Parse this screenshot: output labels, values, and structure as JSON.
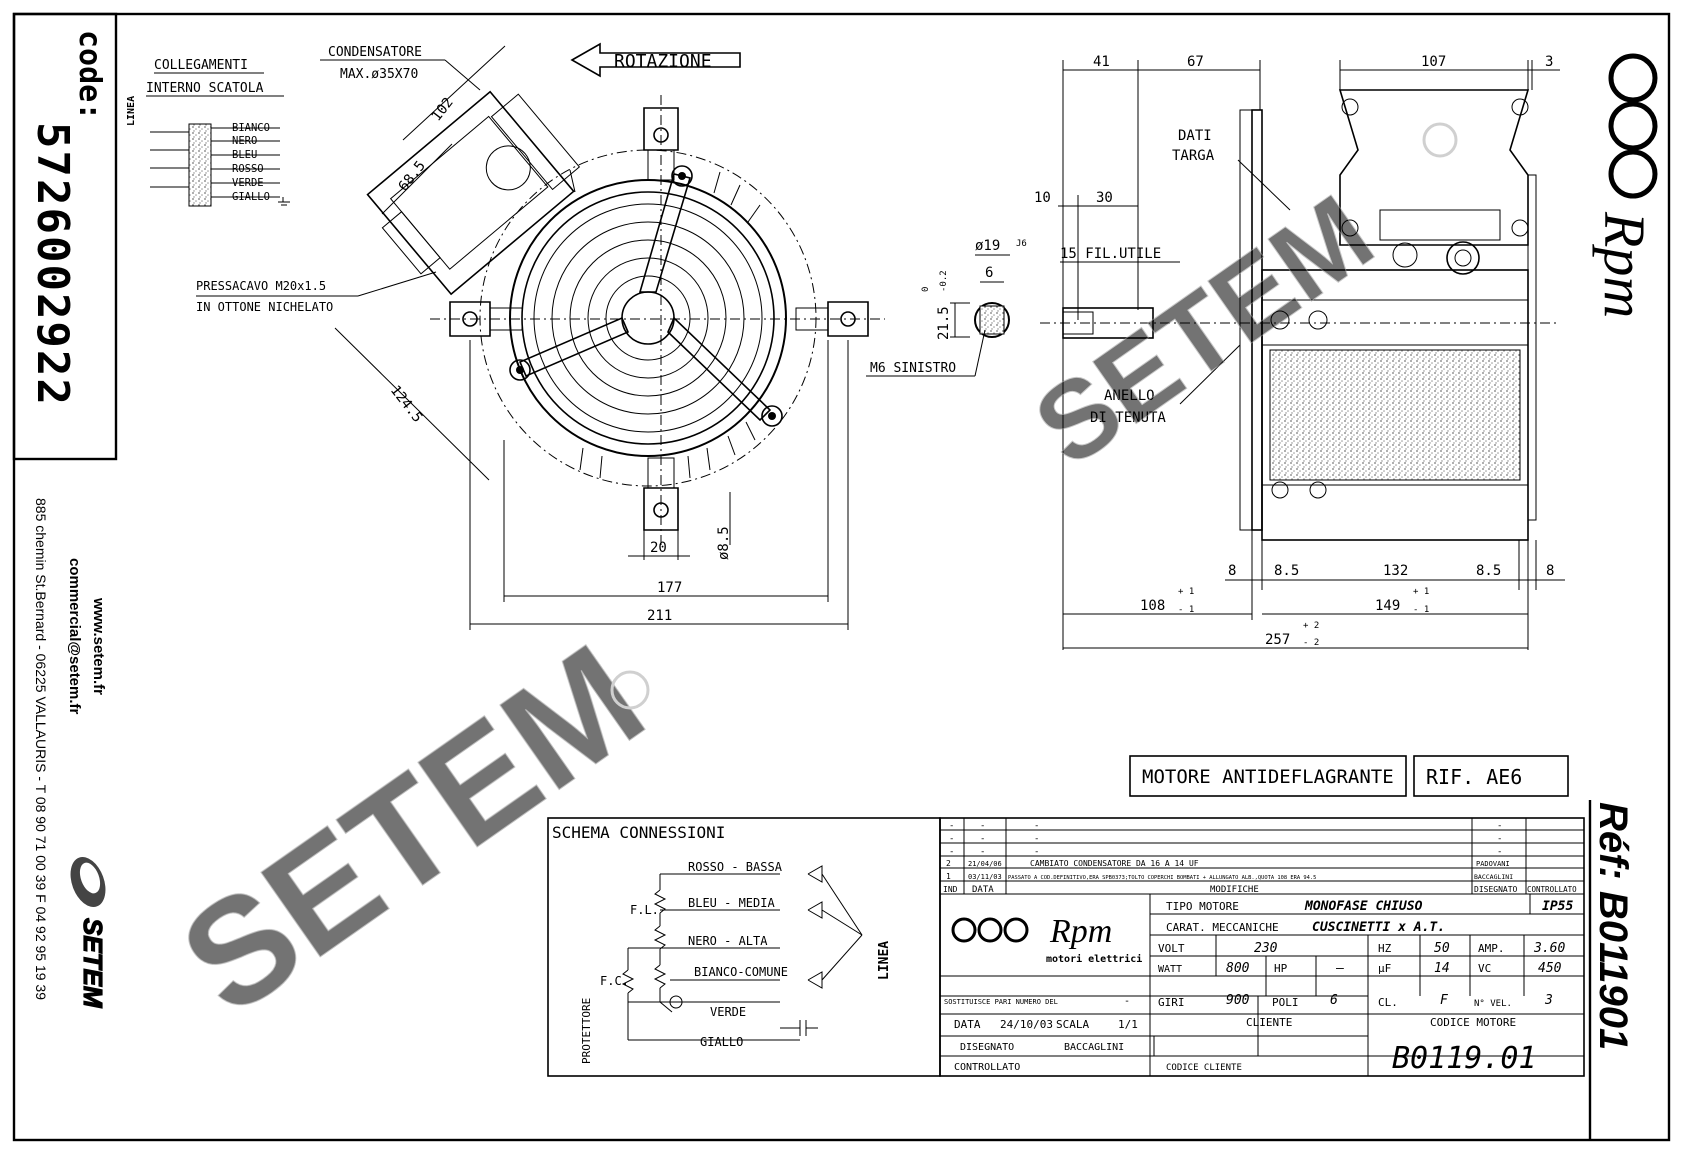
{
  "sidebar": {
    "code_label": "code:",
    "code_number": "5726002922",
    "website": "www.setem.fr",
    "email": "commercial@setem.fr",
    "address": "885 chemin St.Bernard - 06225 VALLAURIS - T 08 90 71 00 39  F 04 92 95 19 39",
    "brand": "SETEM"
  },
  "front_view": {
    "collegamenti_title_1": "COLLEGAMENTI",
    "collegamenti_title_2": "INTERNO SCATOLA",
    "linea": "LINEA",
    "wires": [
      "BIANCO",
      "NERO",
      "BLEU",
      "ROSSO",
      "VERDE",
      "GIALLO"
    ],
    "condensatore_1": "CONDENSATORE",
    "condensatore_2": "MAX.ø35X70",
    "rotazione": "ROTAZIONE",
    "pressacavo_1": "PRESSACAVO M20x1.5",
    "pressacavo_2": "IN OTTONE NICHELATO",
    "dim_102": "102",
    "dim_68_5": "68.5",
    "dim_124_5": "124.5",
    "dim_20": "20",
    "dim_8_5": "ø8.5",
    "dim_177": "177",
    "dim_211": "211"
  },
  "shaft_detail": {
    "dim_19": "ø19",
    "j6": "J6",
    "dim_6": "6",
    "dim_21_5": "21.5",
    "tol_0": "0",
    "tol_m02": "-0.2",
    "m6": "M6 SINISTRO"
  },
  "side_view": {
    "dim_41": "41",
    "dim_67": "67",
    "dim_107": "107",
    "dim_3": "3",
    "dim_10": "10",
    "dim_30": "30",
    "dati_1": "DATI",
    "dati_2": "TARGA",
    "fil_utile": "15 FIL.UTILE",
    "anello_1": "ANELLO",
    "anello_2": "DI TENUTA",
    "dim_8a": "8",
    "dim_8_5a": "8.5",
    "dim_132": "132",
    "dim_8_5b": "8.5",
    "dim_8b": "8",
    "dim_108": "108",
    "dim_149": "149",
    "dim_257": "257",
    "tol_p1": "+ 1",
    "tol_m1": "- 1",
    "tol_p2": "+ 2",
    "tol_m2": "- 2"
  },
  "rpm_logo": {
    "text": "Rpm",
    "sub": "motori elettrici"
  },
  "motor_type": "MOTORE ANTIDEFLAGRANTE",
  "rif": "RIF. AE6",
  "ref": "Réf: B011901",
  "schema": {
    "title": "SCHEMA CONNESSIONI",
    "rosso": "ROSSO - BASSA",
    "bleu": "BLEU - MEDIA",
    "nero": "NERO - ALTA",
    "bianco": "BIANCO-COMUNE",
    "verde": "VERDE",
    "giallo": "GIALLO",
    "fl": "F.L.",
    "fc": "F.C.",
    "protettore": "PROTETTORE",
    "linea": "LINEA"
  },
  "title_block": {
    "revisions": [
      {
        "ind": "-",
        "data": "-",
        "desc": "-",
        "dis": "-"
      },
      {
        "ind": "-",
        "data": "-",
        "desc": "-",
        "dis": "-"
      },
      {
        "ind": "-",
        "data": "-",
        "desc": "-",
        "dis": "-"
      },
      {
        "ind": "2",
        "data": "21/04/06",
        "desc": "CAMBIATO CONDENSATORE DA 16 A 14 UF",
        "dis": "PADOVANI"
      },
      {
        "ind": "1",
        "data": "03/11/03",
        "desc": "PASSATO A COD.DEFINITIVO,ERA SPB0373;TOLTO COPERCHI BOMBATI + ALLUNGATO ALB.,QUOTA 108 ERA 94.5",
        "dis": "BACCAGLINI"
      }
    ],
    "hdr_ind": "IND",
    "hdr_data": "DATA",
    "hdr_modifiche": "MODIFICHE",
    "hdr_disegnato": "DISEGNATO",
    "hdr_controllato": "CONTROLLATO",
    "tipo_motore_label": "TIPO MOTORE",
    "tipo_motore": "MONOFASE CHIUSO",
    "ip": "IP55",
    "carat_label": "CARAT. MECCANICHE",
    "carat": "CUSCINETTI x A.T.",
    "volt_label": "VOLT",
    "volt": "230",
    "hz_label": "HZ",
    "hz": "50",
    "amp_label": "AMP.",
    "amp": "3.60",
    "watt_label": "WATT",
    "watt": "800",
    "hp_label": "HP",
    "hp": "—",
    "uf_label": "µF",
    "uf": "14",
    "vc_label": "VC",
    "vc": "450",
    "giri_label": "GIRI",
    "giri": "900",
    "poli_label": "POLI",
    "poli": "6",
    "cl_label": "CL.",
    "cl": "F",
    "vel_label": "N° VEL.",
    "vel": "3",
    "sostituisce": "SOSTITUISCE PARI NUMERO DEL",
    "sostituisce_val": "-",
    "data_label": "DATA",
    "data_val": "24/10/03",
    "scala_label": "SCALA",
    "scala_val": "1/1",
    "disegnato_label": "DISEGNATO",
    "disegnato_val": "BACCAGLINI",
    "controllato_label": "CONTROLLATO",
    "cliente_label": "CLIENTE",
    "codice_cliente_label": "CODICE CLIENTE",
    "codice_motore_label": "CODICE MOTORE",
    "codice_motore": "B0119.01"
  }
}
